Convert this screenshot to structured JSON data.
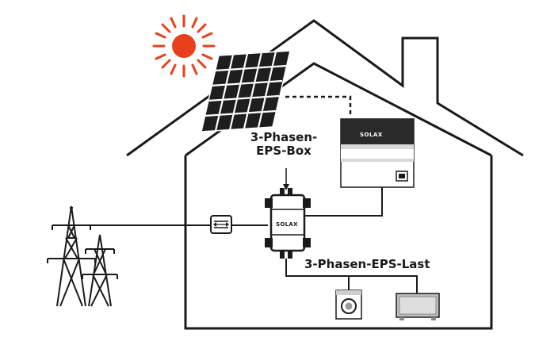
{
  "labels": {
    "eps_box_line1": "3-Phasen-",
    "eps_box_line2": "EPS-Box",
    "eps_load": "3-Phasen-EPS-Last"
  },
  "brand": {
    "inverter_logo": "SOLAX",
    "box_logo": "SOLAX"
  },
  "icons": {
    "sun": "sun-icon",
    "solar_panel": "solar-panel-icon",
    "inverter": "inverter-icon",
    "eps_box": "eps-box-icon",
    "meter": "meter-icon",
    "pylon": "power-pylon-icon",
    "washing_machine": "washing-machine-icon",
    "appliance": "appliance-icon"
  },
  "colors": {
    "sun": "#e8401c",
    "outline": "#1a1a1a",
    "panel": "#1e1e1e",
    "inverter_band": "#2a2a2a"
  }
}
